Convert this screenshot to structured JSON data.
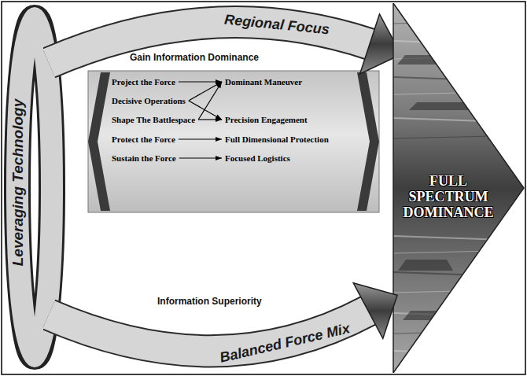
{
  "diagram": {
    "nodes": [
      {
        "text": [
          "Leveraging Technology"
        ]
      },
      {
        "text": [
          "Regional Focus"
        ]
      },
      {
        "text": [
          "Project the Force"
        ]
      },
      {
        "text": [
          "Dominant Maneuver"
        ]
      },
      {
        "text": [
          "Decisive Operations"
        ]
      },
      {
        "text": [
          "Shape The Battlespace"
        ]
      },
      {
        "text": [
          "Precision Engagement"
        ]
      },
      {
        "text": [
          "Protect the Force"
        ]
      },
      {
        "text": [
          "Full Dimensional Protection"
        ]
      },
      {
        "text": [
          "Sustain the Force"
        ]
      },
      {
        "text": [
          "Focused Logistics"
        ]
      },
      {
        "text": [
          "FULL SPECTRUM DOMINANCE"
        ]
      },
      {
        "text": [
          "Balanced Force Mix"
        ]
      }
    ],
    "edges": [
      {
        "from": 2,
        "to": 3,
        "arrow": "to"
      },
      {
        "from": 4,
        "to": 3,
        "arrow": "to"
      },
      {
        "from": 4,
        "to": 6,
        "arrow": "to"
      },
      {
        "from": 5,
        "to": 3,
        "arrow": "to"
      },
      {
        "from": 5,
        "to": 6,
        "arrow": "to"
      },
      {
        "from": 7,
        "to": 8,
        "arrow": "to"
      },
      {
        "from": 9,
        "to": 10,
        "arrow": "to"
      }
    ],
    "labels": [
      "Gain Information Dominance",
      "Information Superiority"
    ]
  }
}
